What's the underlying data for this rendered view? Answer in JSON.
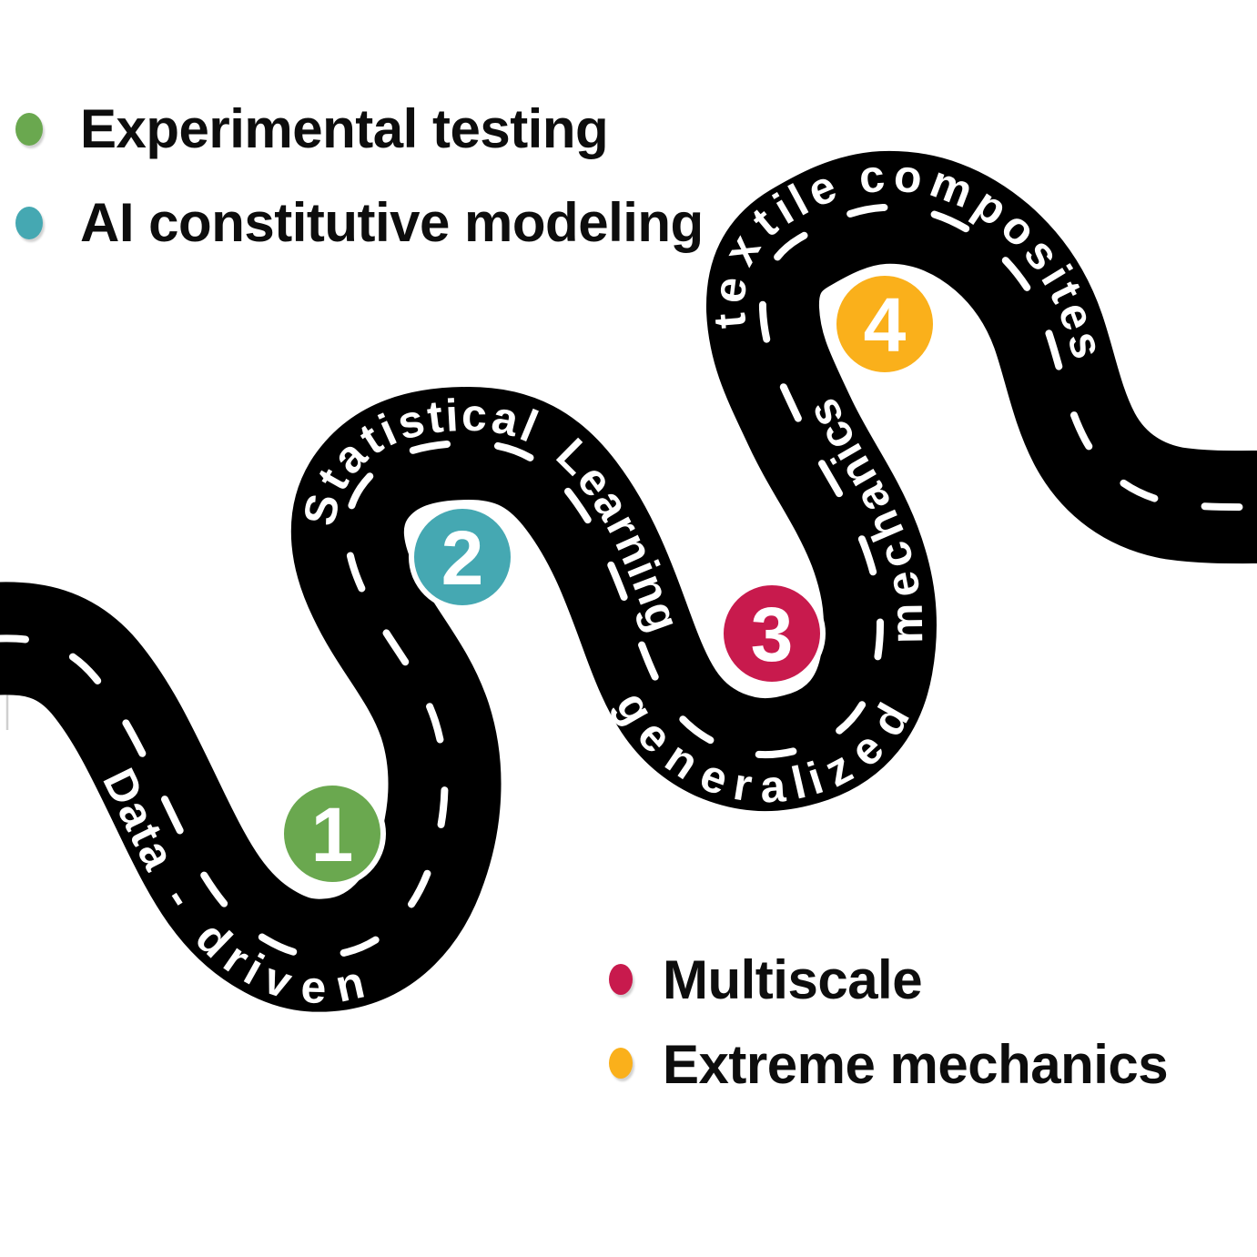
{
  "figure": {
    "background": "#ffffff",
    "type": "research roadmap infographic"
  },
  "legend_top": {
    "items": [
      {
        "label": "Experimental testing",
        "color": "#6aa84f"
      },
      {
        "label": "AI constitutive modeling",
        "color": "#45a8b2"
      }
    ]
  },
  "legend_bottom": {
    "items": [
      {
        "label": "Multiscale",
        "color": "#c81a4d"
      },
      {
        "label": "Extreme mechanics",
        "color": "#fab01b"
      }
    ]
  },
  "roadmap": {
    "road_color": "#000000",
    "centerline_color": "#ffffff",
    "milestones": [
      {
        "number": "1",
        "color": "#6aa84f"
      },
      {
        "number": "2",
        "color": "#45a8b2"
      },
      {
        "number": "3",
        "color": "#c81a4d"
      },
      {
        "number": "4",
        "color": "#fab01b"
      }
    ],
    "road_labels": {
      "segment1": "Data - driven",
      "segment2a": "Statistical",
      "segment2b": "Learning",
      "segment3a": "generalized",
      "segment3b": "mechanics",
      "segment4a": "textile",
      "segment4b": "composites"
    }
  }
}
